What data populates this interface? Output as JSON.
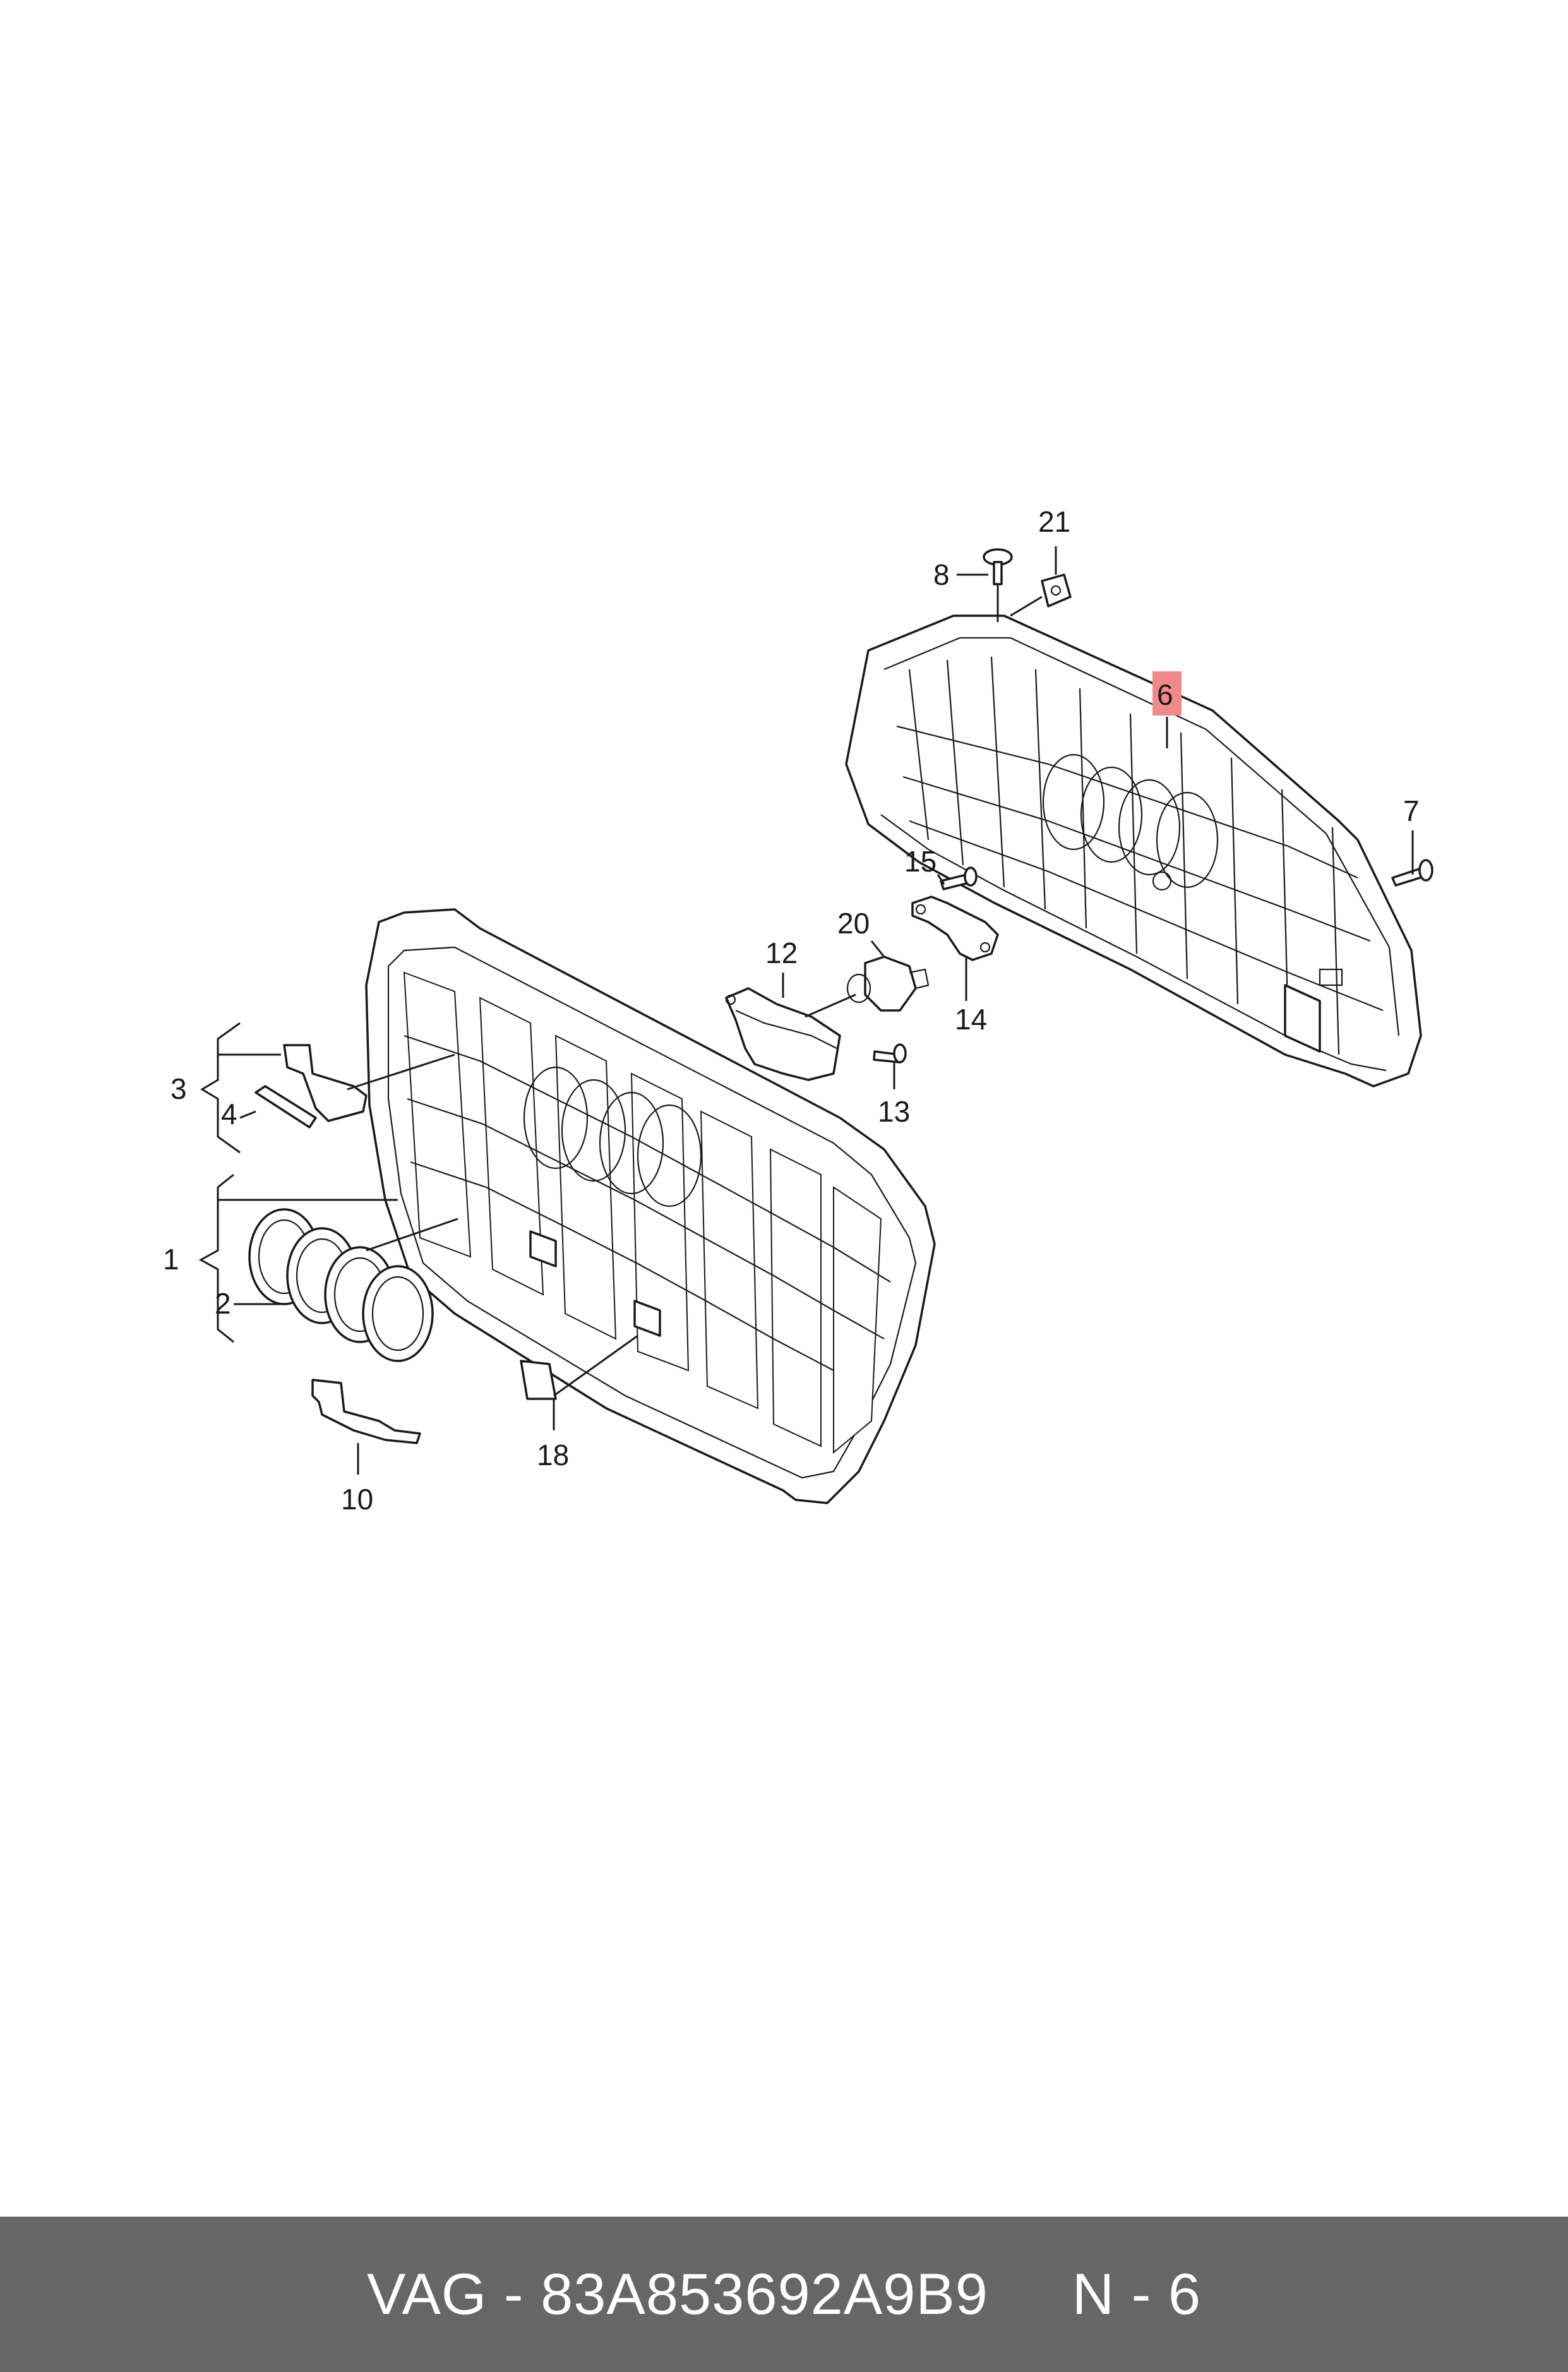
{
  "callouts": {
    "c1": "1",
    "c2": "2",
    "c3": "3",
    "c4": "4",
    "c6": "6",
    "c7": "7",
    "c8": "8",
    "c10": "10",
    "c12": "12",
    "c13": "13",
    "c14": "14",
    "c15": "15",
    "c18": "18",
    "c20": "20",
    "c21": "21"
  },
  "highlight_color": "#f08a8a",
  "footer": {
    "brand": "VAG",
    "separator": " - ",
    "part_number": "83A853692A9B9",
    "gap": "     ",
    "position": "N - 6",
    "background": "#666666"
  }
}
